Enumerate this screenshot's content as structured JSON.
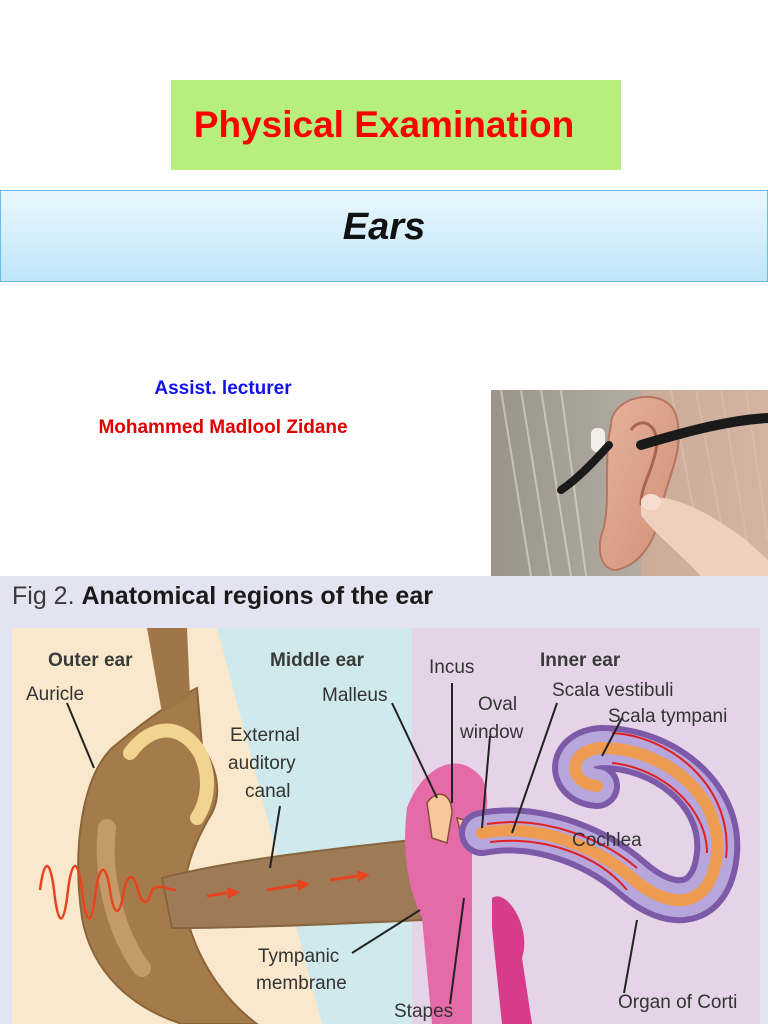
{
  "title": "Physical Examination",
  "subtitle": "Ears",
  "author": {
    "role": "Assist. lecturer",
    "name": "Mohammed Madlool Zidane"
  },
  "photo": {
    "icon": "ear-exam-photo"
  },
  "figure": {
    "number": "Fig 2.",
    "title": "Anatomical regions of the ear",
    "regions": {
      "outer": "Outer ear",
      "middle": "Middle ear",
      "inner": "Inner ear"
    },
    "labels": {
      "auricle": "Auricle",
      "external_1": "External",
      "external_2": "auditory",
      "external_3": "canal",
      "malleus": "Malleus",
      "incus": "Incus",
      "oval_1": "Oval",
      "oval_2": "window",
      "scala_vestibuli": "Scala vestibuli",
      "scala_tympani": "Scala tympani",
      "cochlea": "Cochlea",
      "tympanic_1": "Tympanic",
      "tympanic_2": "membrane",
      "stapes": "Stapes",
      "organ_of_corti": "Organ of Corti"
    }
  }
}
